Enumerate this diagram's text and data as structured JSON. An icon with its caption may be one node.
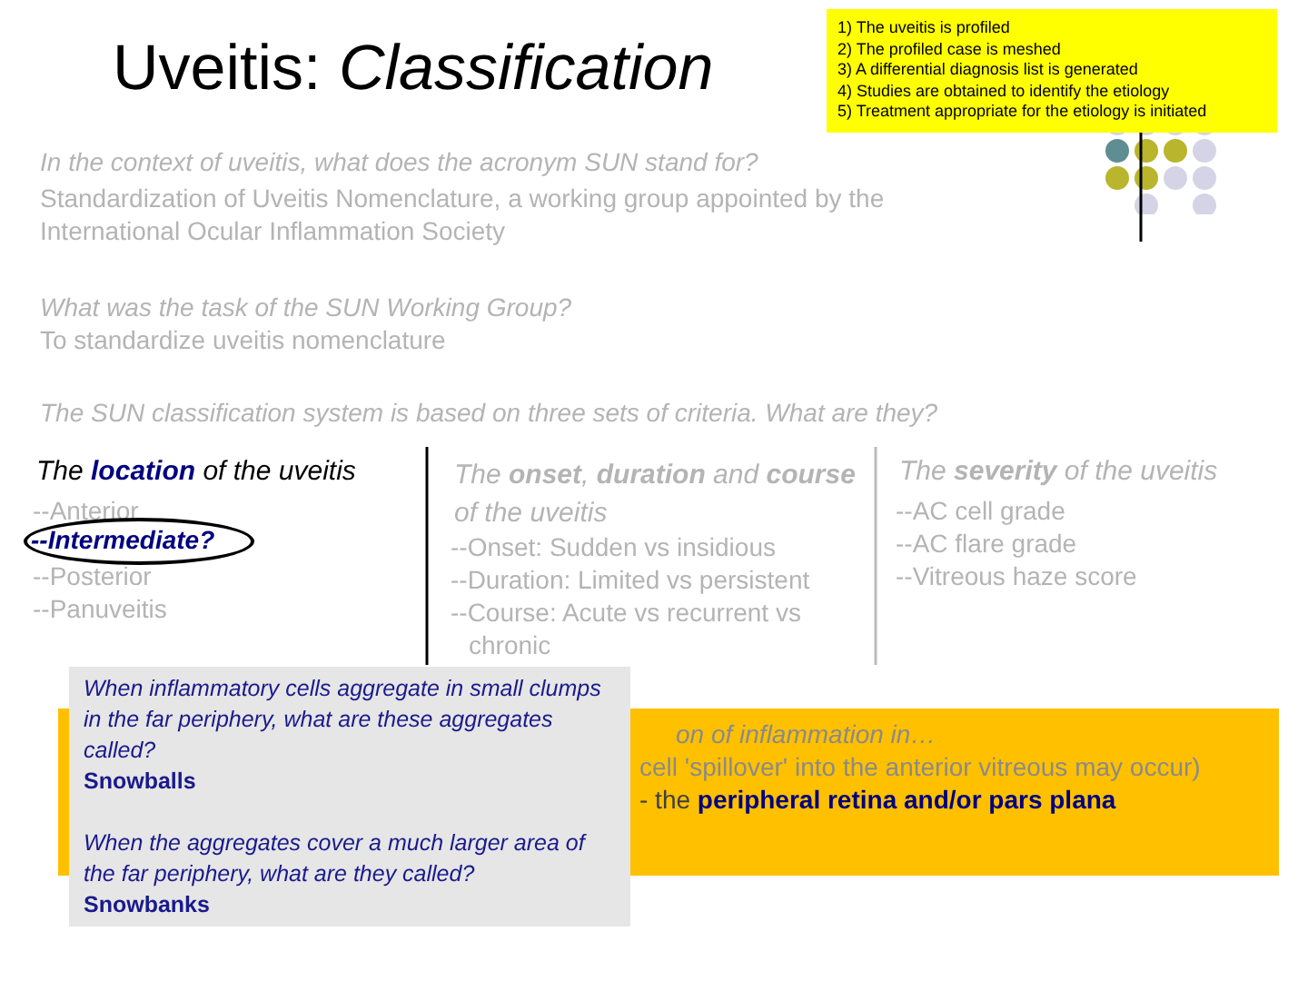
{
  "diagram": {
    "title": "Uveitis: *Classification*",
    "nodes": [
      {
        "text": [
          "1) The uveitis is profiled",
          "2) The profiled case is meshed",
          "3) A differential diagnosis list is generated",
          "4) Studies are obtained to identify the etiology",
          "5) Treatment appropriate for the etiology is initiated"
        ]
      },
      {
        "text": [
          "on of inflammation in…",
          "cell 'spillover' into the anterior vitreous may occur)",
          "- the **peripheral retina and/or pars plana**"
        ]
      },
      {
        "text": [
          "When inflammatory cells aggregate in small clumps in the far periphery, what are these aggregates called?",
          "Snowballs",
          "When the aggregates cover a much larger area of the far periphery, what are they called?",
          "Snowbanks"
        ]
      },
      {
        "text": [
          "--Intermediate?"
        ]
      }
    ],
    "edges": [],
    "labels": [
      "In the context of uveitis, what does the acronym SUN stand for?",
      "Standardization of Uveitis Nomenclature, a working group appointed by the International Ocular Inflammation Society",
      "What was the task of the SUN Working Group?",
      "To standardize uveitis nomenclature",
      "The SUN classification system is based on three sets of criteria. What are they?",
      "The **location** of the uveitis",
      "--Anterior",
      "--Posterior",
      "--Panuveitis",
      "The **onset**, **duration** and **course** of the uveitis",
      "--Onset: Sudden vs insidious",
      "--Duration: Limited vs persistent",
      "--Course: Acute vs recurrent vs chronic",
      "The **severity** of the uveitis",
      "--AC cell grade",
      "--AC flare grade",
      "--Vitreous haze score"
    ]
  }
}
